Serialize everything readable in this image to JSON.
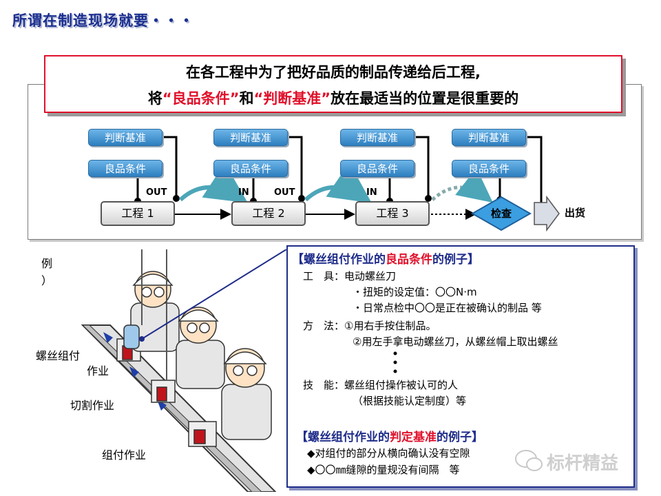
{
  "title": "所谓在制造现场就要・・・",
  "banner": {
    "line1": "在各工程中为了把好品质的制品传递给后工程,",
    "line2_a": "将",
    "line2_b": "“良品条件”",
    "line2_c": "和",
    "line2_d": "“判断基准”",
    "line2_e": "放在最适当的位置是很重要的"
  },
  "flow": {
    "criteria_label": "判断基准",
    "condition_label": "良品条件",
    "processes": [
      "工程 1",
      "工程 2",
      "工程 3"
    ],
    "inspection": "检查",
    "shipping": "出货",
    "out_label": "OUT",
    "in_label": "IN"
  },
  "left_labels": {
    "example": "例",
    "paren": "）",
    "screw_1": "螺丝组付",
    "screw_2": "作业",
    "cutting": "切割作业",
    "assembly": "组付作业"
  },
  "example": {
    "heading1_a": "【螺丝组付作业的",
    "heading1_b": "良品条件",
    "heading1_c": "的例子】",
    "tool": "工　具：电动螺丝刀",
    "tool_1": "・扭矩的设定值：〇〇N·m",
    "tool_2": "・日常点检中〇〇是正在被确认的制品  等",
    "method": "方　法：①用右手按住制品。",
    "method_2": "②用左手拿电动螺丝刀，从螺丝帽上取出螺丝",
    "skill": "技　能：螺丝组付操作被认可的人",
    "skill_2": "（根据技能认定制度）等",
    "heading2_a": "【螺丝组付作业的",
    "heading2_b": "判定基准",
    "heading2_c": "的例子】",
    "crit_1": "◆对组付的部分从横向确认没有空隙",
    "crit_2": "◆〇〇㎜缝隙的量规没有间隔　等"
  },
  "watermark": "标杆精益",
  "colors": {
    "title": "#1b2f8f",
    "accent_red": "#e0102a",
    "pill_blue": "#2d7fc0",
    "panel_border": "#1f2d8a"
  }
}
